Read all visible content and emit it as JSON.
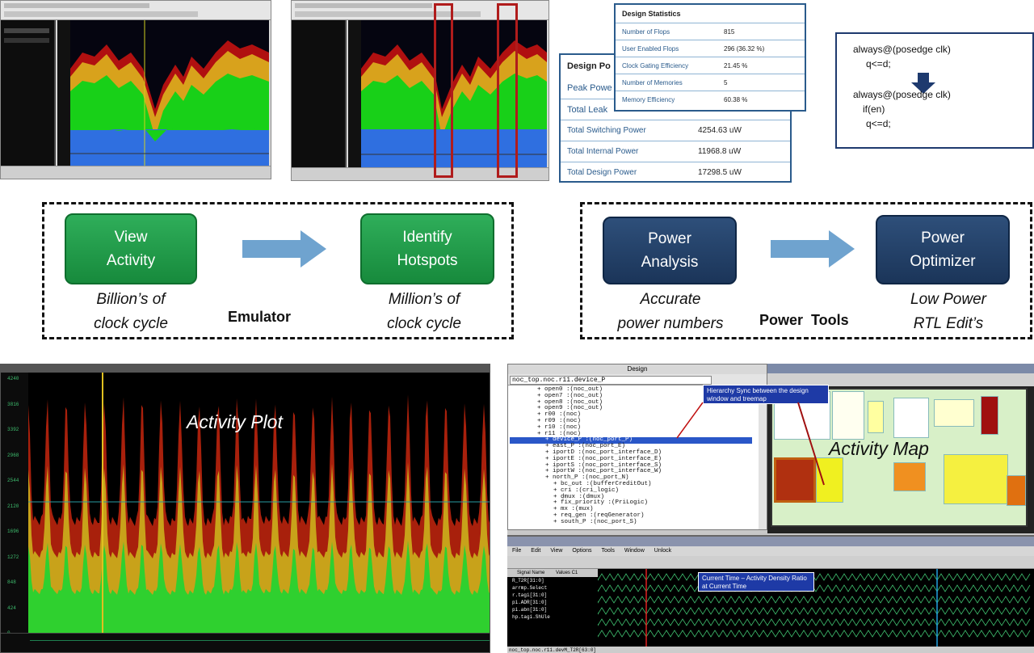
{
  "code_box": {
    "line1": "always@(posedge clk)",
    "line2": "q<=d;",
    "line3": "always@(posedge clk)",
    "line4": "if(en)",
    "line5": "q<=d;"
  },
  "design_stats": {
    "title": "Design Statistics",
    "rows": [
      {
        "k": "Number of Flops",
        "v": "815"
      },
      {
        "k": "User Enabled Flops",
        "v": "296 (36.32 %)"
      },
      {
        "k": "Clock Gating Efficiency",
        "v": "21.45 %"
      },
      {
        "k": "Number of Memories",
        "v": "5"
      },
      {
        "k": "Memory Efficiency",
        "v": "60.38 %"
      }
    ]
  },
  "design_power": {
    "title": "Design Po",
    "rows": [
      {
        "k": "Peak Powe",
        "v": ""
      },
      {
        "k": "Total Leak",
        "v": ""
      },
      {
        "k": "Total Switching Power",
        "v": "4254.63 uW"
      },
      {
        "k": "Total Internal Power",
        "v": "11968.8 uW"
      },
      {
        "k": "Total Design Power",
        "v": "17298.5 uW"
      }
    ]
  },
  "flow_emulator": {
    "step1": {
      "l1": "View",
      "l2": "Activity"
    },
    "step2": {
      "l1": "Identify",
      "l2": "Hotspots"
    },
    "cap1": {
      "l1": "Billion’s of",
      "l2": "clock cycle"
    },
    "cap2": {
      "l1": "Million’s of",
      "l2": "clock cycle"
    },
    "label": "Emulator"
  },
  "flow_power": {
    "step1": {
      "l1": "Power",
      "l2": "Analysis"
    },
    "step2": {
      "l1": "Power",
      "l2": "Optimizer"
    },
    "cap1": {
      "l1": "Accurate",
      "l2": "power numbers"
    },
    "cap2": {
      "l1": "Low Power",
      "l2": "RTL Edit’s"
    },
    "label": "Power  Tools"
  },
  "activity_plot": {
    "title": "Activity Plot",
    "y_ticks": [
      "4240",
      "3816",
      "3392",
      "2968",
      "2544",
      "2120",
      "1696",
      "1272",
      "848",
      "424",
      "0"
    ]
  },
  "activity_map": {
    "window_title": "Design",
    "title": "Activity Map",
    "callout1": "Hierarchy Sync between the design window and treemap",
    "callout2": "Current Time – Activity Density Ratio at Current Time",
    "menu": [
      "File",
      "Edit",
      "View",
      "Options",
      "Tools",
      "Window",
      "Unlock"
    ],
    "hier_path": "noc_top.noc.r11.device_P",
    "tree": [
      "open0 :(noc_out)",
      "open7 :(noc_out)",
      "open8 :(noc_out)",
      "open9 :(noc_out)",
      "r00 :(noc)",
      "r09 :(noc)",
      "r10 :(noc)",
      "r11 :(noc)",
      "device_P :(noc_port_P)",
      "east_P :(noc_port_E)",
      "iportD :(noc_port_interface_D)",
      "iportE :(noc_port_interface_E)",
      "iportS :(noc_port_interface_S)",
      "iportW :(noc_port_interface_W)",
      "north_P :(noc_port_N)",
      "bc_out :(bufferCreditOut)",
      "cri :(cri_logic)",
      "dmux :(dmux)",
      "fix_priority :(PriLogic)",
      "mx :(mux)",
      "req_gen :(reqGenerator)",
      "south_P :(noc_port_S)"
    ],
    "signals": [
      "R_T2R[31:0]",
      "arrmp.Select",
      "r.tagi[31:0]",
      "pi.ADR[31:0]",
      "pi.abn[31:0]",
      "hp.tagi.ShUle"
    ],
    "signal_header": [
      "Signal Name",
      "Values C1"
    ],
    "status_path": "noc_top.noc.r11.devM_T2R[63:0]"
  }
}
